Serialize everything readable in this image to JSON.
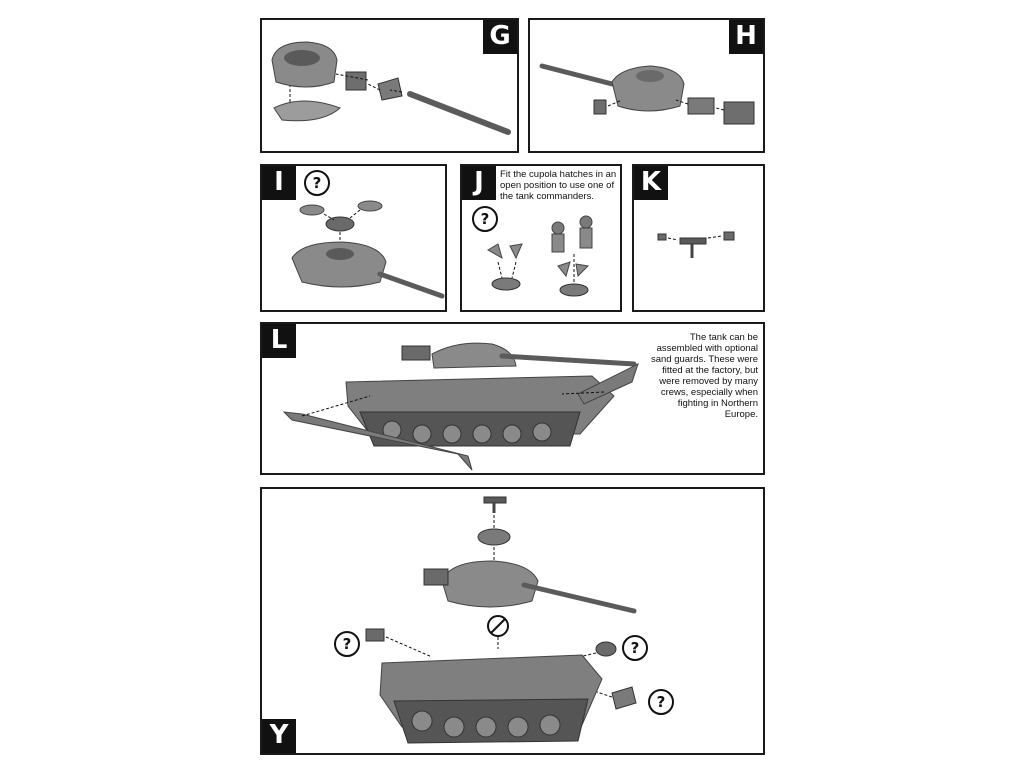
{
  "steps": {
    "g": {
      "label": "G"
    },
    "h": {
      "label": "H"
    },
    "i": {
      "label": "I"
    },
    "j": {
      "label": "J",
      "note": "Fit the cupola hatches in an open position to use one of the tank commanders."
    },
    "k": {
      "label": "K"
    },
    "l": {
      "label": "L",
      "note": "The tank can be assembled with optional sand guards. These were fitted at the factory, but were removed by many crews, especially when fighting in Northern Europe."
    },
    "final": {
      "label": "Y"
    }
  },
  "optional_marker": "?",
  "colors": {
    "part": "#7d7d7d",
    "part_dark": "#555555",
    "part_light": "#a9a9a9",
    "ink": "#111111"
  },
  "icons": [
    "question-icon",
    "no-icon"
  ]
}
